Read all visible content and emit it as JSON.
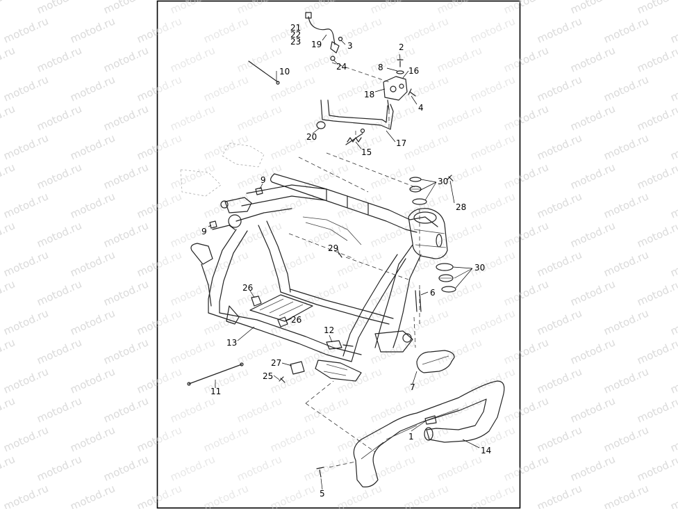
{
  "watermark": {
    "text": "motod.ru"
  },
  "parts": [
    {
      "label": "1"
    },
    {
      "label": "2"
    },
    {
      "label": "3"
    },
    {
      "label": "4"
    },
    {
      "label": "5"
    },
    {
      "label": "6"
    },
    {
      "label": "7"
    },
    {
      "label": "8"
    },
    {
      "label": "9"
    },
    {
      "label": "9"
    },
    {
      "label": "10"
    },
    {
      "label": "11"
    },
    {
      "label": "12"
    },
    {
      "label": "13"
    },
    {
      "label": "14"
    },
    {
      "label": "15"
    },
    {
      "label": "16"
    },
    {
      "label": "17"
    },
    {
      "label": "18"
    },
    {
      "label": "19"
    },
    {
      "label": "20"
    },
    {
      "label": "21"
    },
    {
      "label": "22"
    },
    {
      "label": "23"
    },
    {
      "label": "24"
    },
    {
      "label": "25"
    },
    {
      "label": "26"
    },
    {
      "label": "26"
    },
    {
      "label": "27"
    },
    {
      "label": "28"
    },
    {
      "label": "29"
    },
    {
      "label": "30"
    },
    {
      "label": "30"
    }
  ]
}
